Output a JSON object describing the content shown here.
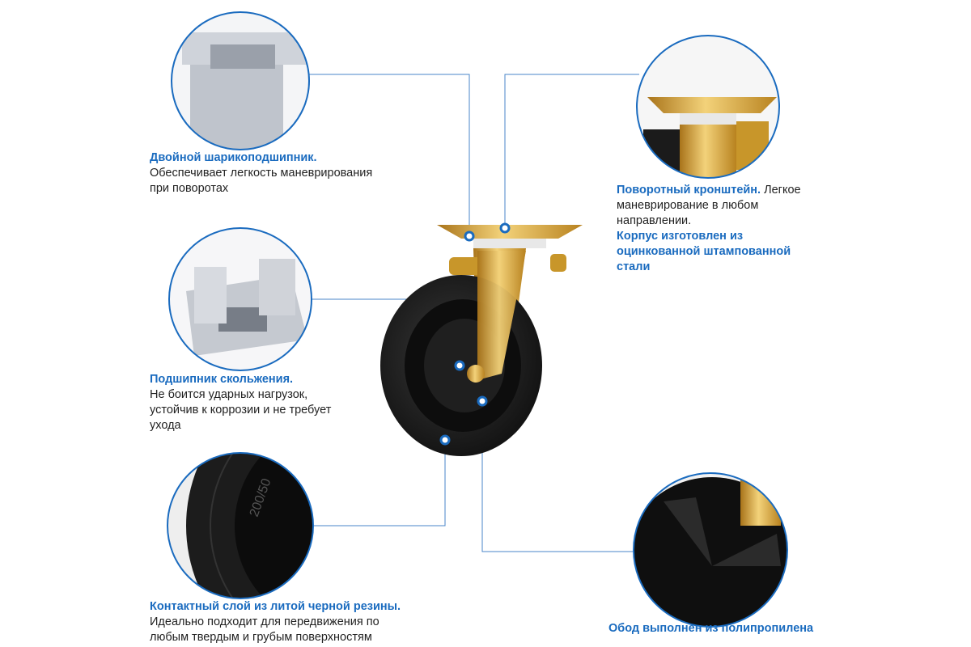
{
  "callouts": {
    "ball_bearing": {
      "title": "Двойной шарикоподшипник.",
      "text_1": "Обеспечивает легкость маневрирования",
      "text_2": "при поворотах"
    },
    "slide_bearing": {
      "title": "Подшипник скольжения.",
      "text_1": "Не боится ударных нагрузок,",
      "text_2": "устойчив к коррозии и не требует",
      "text_3": "ухода"
    },
    "tread": {
      "title": "Контактный слой из литой черной резины.",
      "text_1": "Идеально подходит для передвижения по",
      "text_2": "любым твердым и грубым поверхностям"
    },
    "swivel": {
      "title": "Поворотный кронштейн.",
      "text_inline": " Легкое",
      "text_1": "маневрирование в любом",
      "text_2": "направлении.",
      "title_2_l1": "Корпус изготовлен из",
      "title_2_l2": "оцинкованной штампованной",
      "title_2_l3": "стали"
    },
    "rim": {
      "title": "Обод выполнен из полипропилена"
    }
  },
  "tire_marking": "200/50",
  "colors": {
    "accent": "#1a6bbf",
    "brass": "#d9a82e",
    "rubber": "#1b1b1b"
  }
}
